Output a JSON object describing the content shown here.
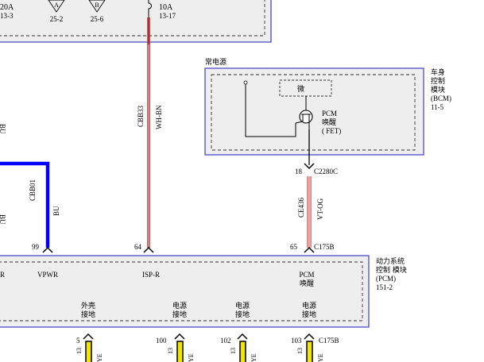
{
  "top_fuses": {
    "left_amp": "20A",
    "left_ref": "13-3",
    "diode_a_letter": "A",
    "diode_a_ref": "25-2",
    "diode_b_letter": "B",
    "diode_b_ref": "25-6",
    "center_amp": "10A",
    "center_ref": "13-17"
  },
  "bcm": {
    "power_label": "常电源",
    "title_line1": "车身",
    "title_line2": "控制",
    "title_line3": "模块",
    "title_line4": "(BCM)",
    "ref": "11-5",
    "micro_label": "微",
    "fet_line1": "PCM",
    "fet_line2": "唤醒",
    "fet_line3": "( FET)"
  },
  "wires": {
    "left_edge_top": "BU",
    "left_edge_bottom": "BU",
    "cbb01_circuit": "CBB01",
    "cbb01_color": "BU",
    "cbb33_circuit": "CBB33",
    "cbb33_color": "WH-BN",
    "ce436_circuit": "CE436",
    "ce436_color": "VT-OG"
  },
  "connectors": {
    "c2280_pin": "18",
    "c2280_name": "C2280C",
    "vpwr_pin": "99",
    "ispr_pin": "64",
    "pcm_wake_pin": "65",
    "c175b_name": "C175B"
  },
  "pcm": {
    "edge_label": "R",
    "vpwr_label": "VPWR",
    "ispr_label": "ISP-R",
    "wake_label_1": "PCM",
    "wake_label_2": "唤醒",
    "title_line1": "动力系统",
    "title_line2": "控制 模块",
    "title_line3": "(PCM)",
    "ref": "151-2",
    "gnd1_line1": "外壳",
    "gnd1_line2": "接地",
    "gnd2_line1": "电源",
    "gnd2_line2": "接地",
    "gnd3_line1": "电源",
    "gnd3_line2": "接地",
    "gnd4_line1": "电源",
    "gnd4_line2": "接地"
  },
  "bottom_pins": {
    "pin1": "5",
    "pin2": "100",
    "pin3": "102",
    "pin4": "103",
    "connector": "C175B",
    "wire1_code": "13",
    "wire2_code": "13",
    "wire3_code": "13",
    "wire4_code": "13",
    "wire_color": "YE"
  },
  "colors": {
    "frame_blue": "#4b4bcc",
    "box_fill": "#eeeeee",
    "wire_blue": "#0000ff",
    "wire_red": "#b03030",
    "wire_pink": "#f0a0a0",
    "wire_yellow": "#f2e600"
  }
}
